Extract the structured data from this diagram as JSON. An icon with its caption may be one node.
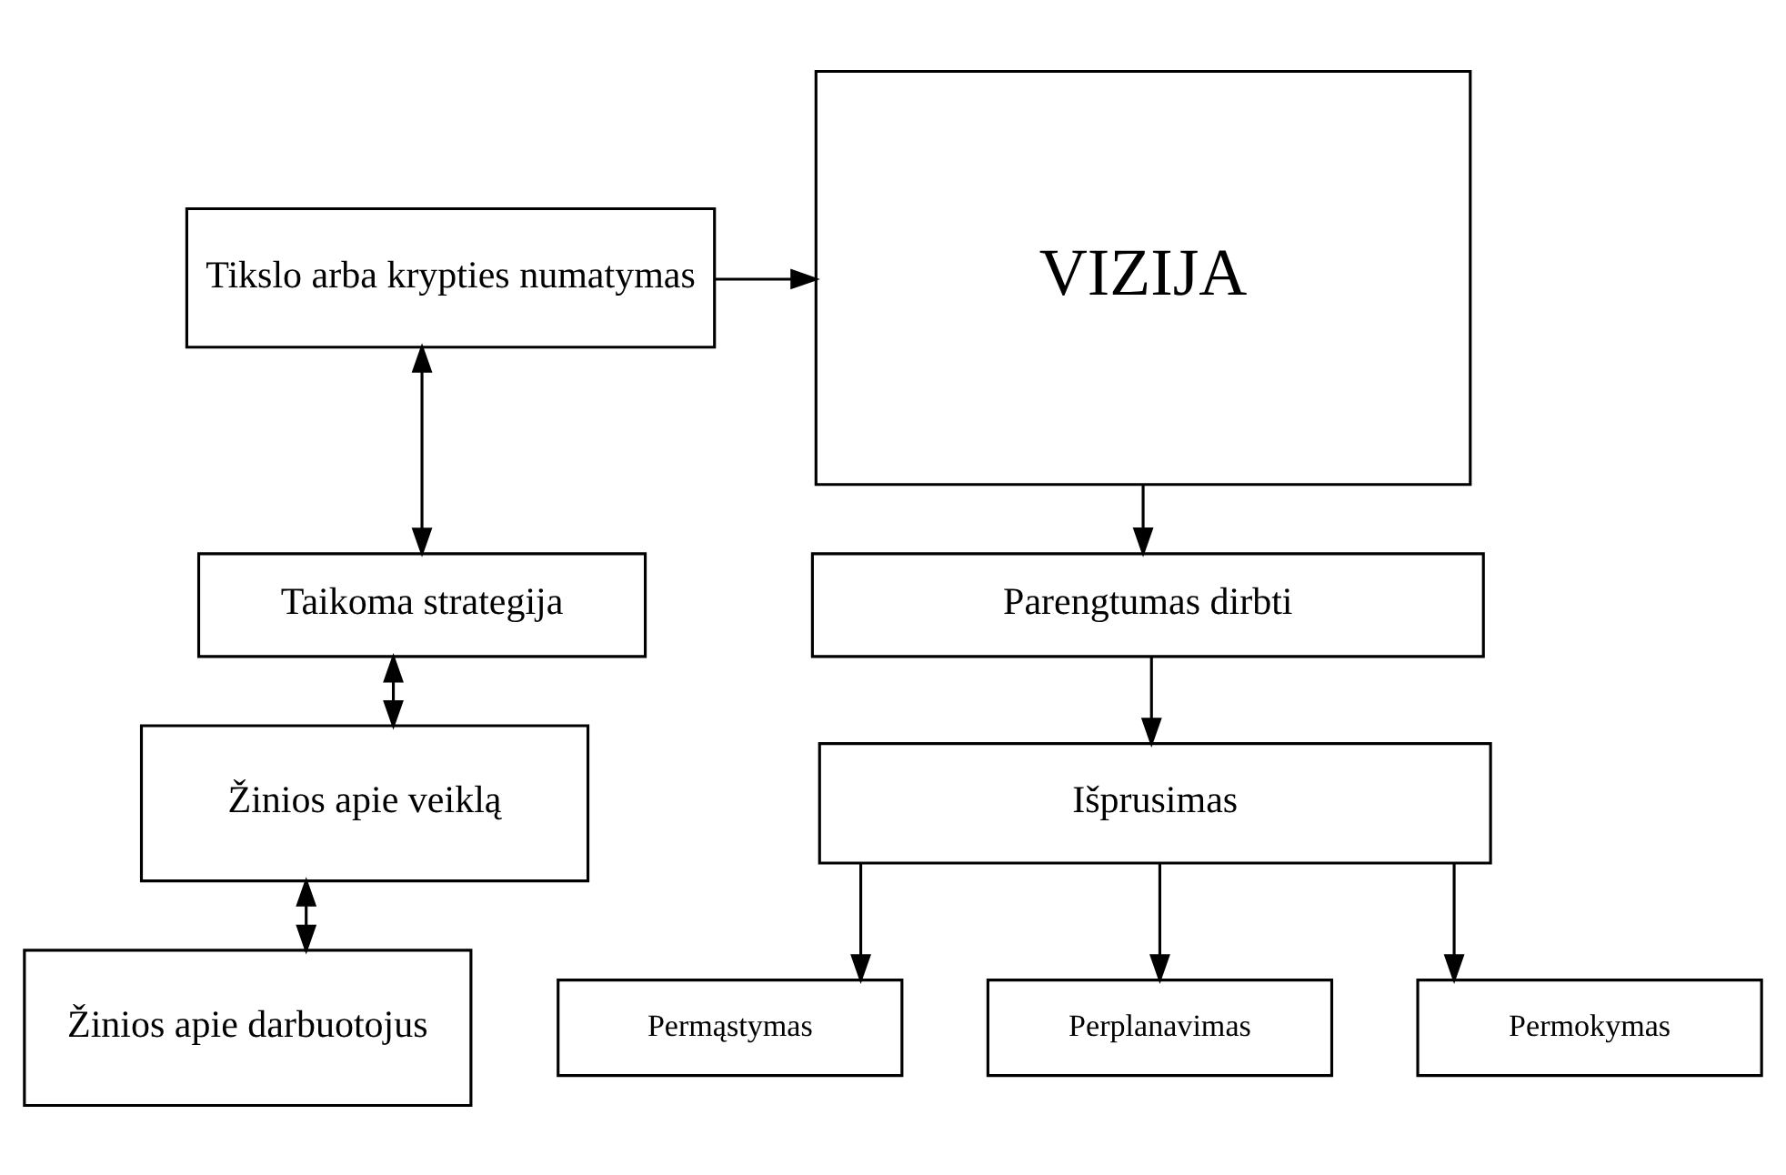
{
  "diagram": {
    "nodes": [
      {
        "text": [
          "Tikslo arba krypties numatymas"
        ]
      },
      {
        "text": [
          "Taikoma strategija"
        ]
      },
      {
        "text": [
          "Žinios apie veiklą"
        ]
      },
      {
        "text": [
          "Žinios apie darbuotojus"
        ]
      },
      {
        "text": [
          "VIZIJA"
        ]
      },
      {
        "text": [
          "Parengtumas dirbti"
        ]
      },
      {
        "text": [
          "Išprusimas"
        ]
      },
      {
        "text": [
          "Permąstymas"
        ]
      },
      {
        "text": [
          "Perplanavimas"
        ]
      },
      {
        "text": [
          "Permokymas"
        ]
      }
    ],
    "edges": [
      {
        "from": 0,
        "to": 1,
        "arrow": "both"
      },
      {
        "from": 1,
        "to": 2,
        "arrow": "both"
      },
      {
        "from": 2,
        "to": 3,
        "arrow": "both"
      },
      {
        "from": 0,
        "to": 4,
        "arrow": "to"
      },
      {
        "from": 4,
        "to": 5,
        "arrow": "to"
      },
      {
        "from": 5,
        "to": 6,
        "arrow": "to"
      },
      {
        "from": 6,
        "to": 7,
        "arrow": "to"
      },
      {
        "from": 6,
        "to": 8,
        "arrow": "to"
      },
      {
        "from": 6,
        "to": 9,
        "arrow": "to"
      }
    ]
  }
}
